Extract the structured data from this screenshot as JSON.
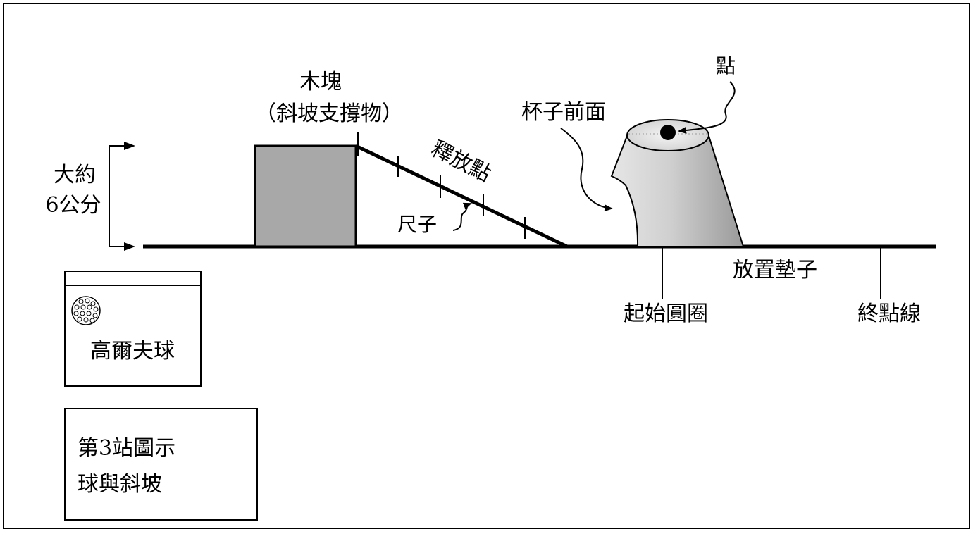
{
  "height_label": {
    "line1": "大約",
    "line2": "6公分"
  },
  "wood_block": {
    "line1": "木塊",
    "line2": "（斜坡支撐物）"
  },
  "release_point": "釋放點",
  "ruler": "尺子",
  "cup_front": "杯子前面",
  "dot": "點",
  "mat": "放置墊子",
  "start_circle": "起始圓圈",
  "finish_line": "終點線",
  "legend": {
    "golf_ball": "高爾夫球"
  },
  "caption": {
    "line1": "第3站圖示",
    "line2": "球與斜坡"
  },
  "colors": {
    "wood_block": "#a8a8a8"
  }
}
